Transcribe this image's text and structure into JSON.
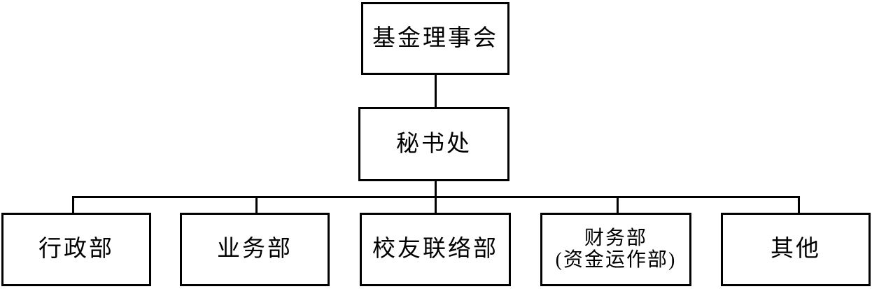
{
  "org": {
    "root": {
      "label": "基金理事会"
    },
    "secretariat": {
      "label": "秘书处"
    },
    "departments": [
      {
        "label": "行政部"
      },
      {
        "label": "业务部"
      },
      {
        "label": "校友联络部"
      },
      {
        "label": "财务部",
        "sublabel": "(资金运作部)"
      },
      {
        "label": "其他"
      }
    ],
    "colors": {
      "border": "#000000",
      "background": "#ffffff",
      "text": "#000000"
    }
  }
}
